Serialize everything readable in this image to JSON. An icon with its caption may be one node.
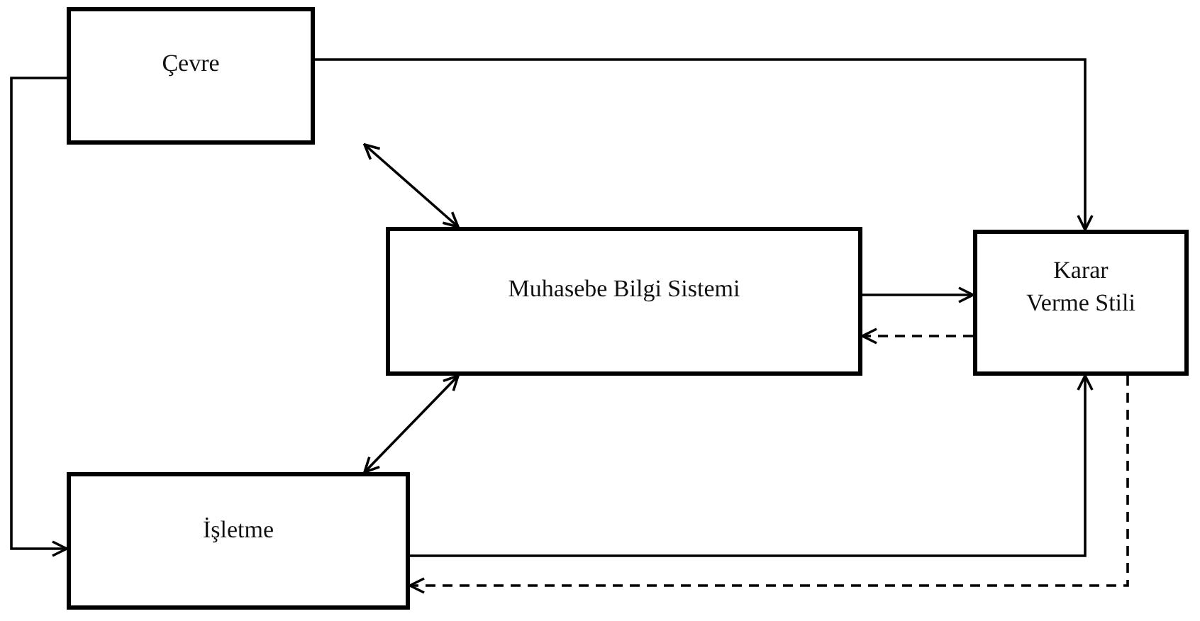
{
  "diagram": {
    "nodes": [
      {
        "text": [
          "Çevre"
        ]
      },
      {
        "text": [
          "Muhasebe Bilgi Sistemi"
        ]
      },
      {
        "text": [
          "Karar Verme Stili"
        ]
      },
      {
        "text": [
          "İşletme"
        ]
      }
    ],
    "edges": [
      {
        "from": 0,
        "to": 2,
        "arrow": "to"
      },
      {
        "from": 0,
        "to": 1,
        "arrow": "both"
      },
      {
        "from": 1,
        "to": 3,
        "arrow": "both"
      },
      {
        "from": 0,
        "to": 3,
        "arrow": "to"
      },
      {
        "from": 1,
        "to": 2,
        "arrow": "to"
      },
      {
        "from": 2,
        "to": 1,
        "arrow": "to",
        "style": "dashed"
      },
      {
        "from": 3,
        "to": 2,
        "arrow": "to"
      },
      {
        "from": 2,
        "to": 3,
        "arrow": "to",
        "style": "dashed"
      }
    ]
  }
}
